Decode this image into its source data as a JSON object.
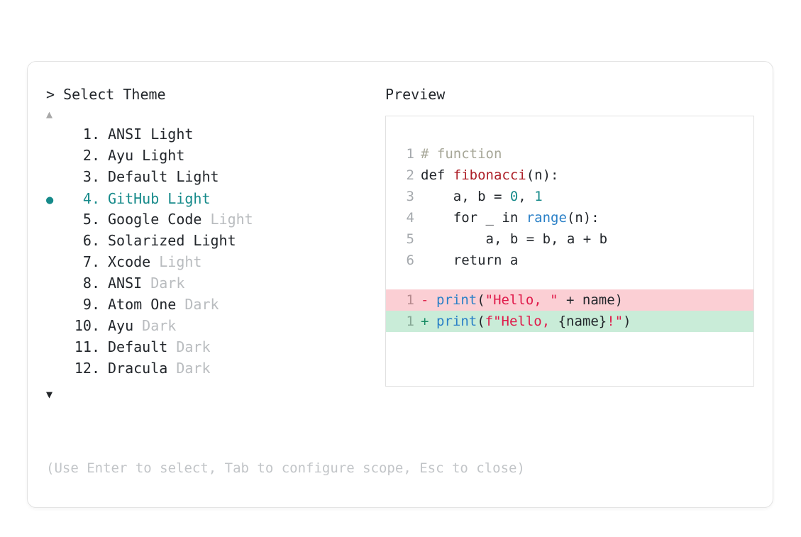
{
  "window": {
    "dots": [
      {
        "name": "close-dot",
        "color": "#f4564f"
      },
      {
        "name": "minimize-dot",
        "color": "#f5b623"
      },
      {
        "name": "maximize-dot",
        "color": "#25bb47"
      }
    ]
  },
  "picker": {
    "prompt": "> Select Theme",
    "scroll_up_icon": "▲",
    "scroll_down_icon": "▼",
    "selected_index": 4,
    "selected_bullet": "●",
    "accent_color": "#168a8a",
    "dim_color": "#b9bcbf",
    "items": [
      {
        "number": "1.",
        "name": "ANSI Light",
        "suffix": ""
      },
      {
        "number": "2.",
        "name": "Ayu Light",
        "suffix": ""
      },
      {
        "number": "3.",
        "name": "Default Light",
        "suffix": ""
      },
      {
        "number": "4.",
        "name": "GitHub Light",
        "suffix": ""
      },
      {
        "number": "5.",
        "name": "Google Code ",
        "suffix": "Light"
      },
      {
        "number": "6.",
        "name": "Solarized Light",
        "suffix": ""
      },
      {
        "number": "7.",
        "name": "Xcode ",
        "suffix": "Light"
      },
      {
        "number": "8.",
        "name": "ANSI ",
        "suffix": "Dark"
      },
      {
        "number": "9.",
        "name": "Atom One ",
        "suffix": "Dark"
      },
      {
        "number": "10.",
        "name": "Ayu ",
        "suffix": "Dark"
      },
      {
        "number": "11.",
        "name": "Default ",
        "suffix": "Dark"
      },
      {
        "number": "12.",
        "name": "Dracula ",
        "suffix": "Dark"
      }
    ],
    "hint": "(Use Enter to select, Tab to configure scope, Esc to close)"
  },
  "preview": {
    "label": "Preview",
    "code_lines": [
      {
        "number": "1",
        "tokens": [
          {
            "text": "# function",
            "type": "comment"
          }
        ]
      },
      {
        "number": "2",
        "tokens": [
          {
            "text": "def ",
            "type": "plain"
          },
          {
            "text": "fibonacci",
            "type": "func"
          },
          {
            "text": "(n):",
            "type": "plain"
          }
        ]
      },
      {
        "number": "3",
        "tokens": [
          {
            "text": "    a, b = ",
            "type": "plain"
          },
          {
            "text": "0",
            "type": "num"
          },
          {
            "text": ", ",
            "type": "plain"
          },
          {
            "text": "1",
            "type": "num"
          }
        ]
      },
      {
        "number": "4",
        "tokens": [
          {
            "text": "    for _ in ",
            "type": "plain"
          },
          {
            "text": "range",
            "type": "builtin"
          },
          {
            "text": "(n):",
            "type": "plain"
          }
        ]
      },
      {
        "number": "5",
        "tokens": [
          {
            "text": "        a, b = b, a + b",
            "type": "plain"
          }
        ]
      },
      {
        "number": "6",
        "tokens": [
          {
            "text": "    return a",
            "type": "plain"
          }
        ]
      }
    ],
    "diff_lines": [
      {
        "number": "1",
        "kind": "del",
        "marker": "-",
        "tokens": [
          {
            "text": "print",
            "type": "builtin"
          },
          {
            "text": "(",
            "type": "plain"
          },
          {
            "text": "\"Hello, \"",
            "type": "str"
          },
          {
            "text": " + name)",
            "type": "plain"
          }
        ]
      },
      {
        "number": "1",
        "kind": "add",
        "marker": "+",
        "tokens": [
          {
            "text": "print",
            "type": "builtin"
          },
          {
            "text": "(",
            "type": "plain"
          },
          {
            "text": "f\"Hello, ",
            "type": "str"
          },
          {
            "text": "{name}",
            "type": "plain"
          },
          {
            "text": "!\"",
            "type": "str"
          },
          {
            "text": ")",
            "type": "plain"
          }
        ]
      }
    ]
  }
}
